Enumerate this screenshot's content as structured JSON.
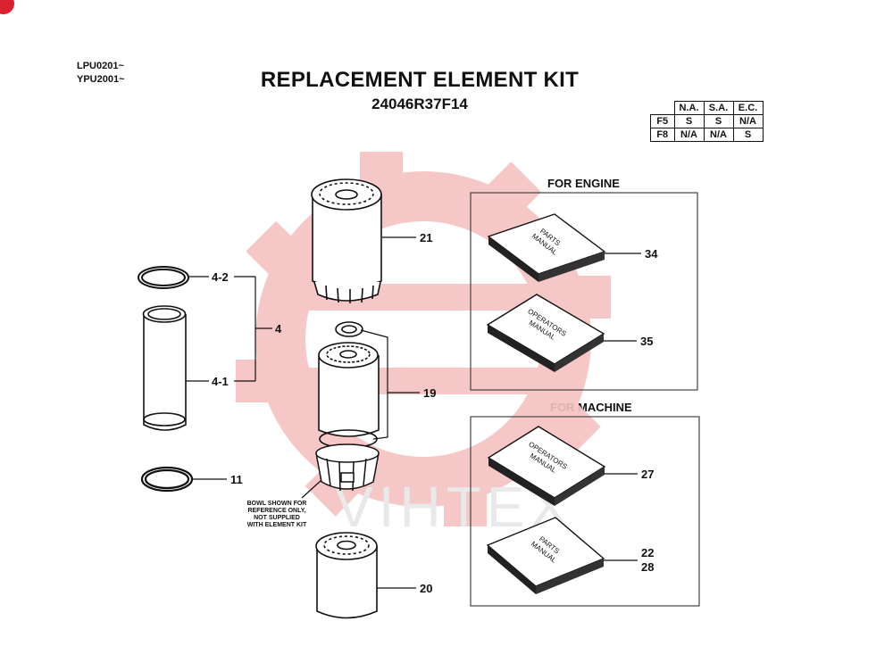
{
  "serial_numbers": [
    "LPU0201~",
    "YPU2001~"
  ],
  "title": "REPLACEMENT ELEMENT KIT",
  "part_number": "24046R37F14",
  "availability": {
    "header": [
      "",
      "N.A.",
      "S.A.",
      "E.C."
    ],
    "rows": [
      [
        "F5",
        "S",
        "S",
        "N/A"
      ],
      [
        "F8",
        "N/A",
        "N/A",
        "S"
      ]
    ]
  },
  "sections": {
    "engine": "FOR ENGINE",
    "machine": "FOR MACHINE"
  },
  "callouts": {
    "c21": "21",
    "c4_2": "4-2",
    "c4": "4",
    "c4_1": "4-1",
    "c19": "19",
    "c11": "11",
    "c20": "20",
    "c34": "34",
    "c35": "35",
    "c27": "27",
    "c22": "22",
    "c28": "28"
  },
  "bowl_note": [
    "BOWL SHOWN FOR",
    "REFERENCE ONLY,",
    "NOT SUPPLIED",
    "WITH ELEMENT KIT"
  ],
  "books": {
    "engine_parts": [
      "PARTS",
      "MANUAL"
    ],
    "engine_operators": [
      "OPERATORS",
      "MANUAL"
    ],
    "machine_operators": [
      "OPERATORS",
      "MANUAL"
    ],
    "machine_parts": [
      "PARTS",
      "MANUAL"
    ]
  },
  "watermark": "VIHTEX",
  "colors": {
    "watermark": "#f4b8b8",
    "corner_mark": "#d9232e",
    "ink": "#111111"
  }
}
